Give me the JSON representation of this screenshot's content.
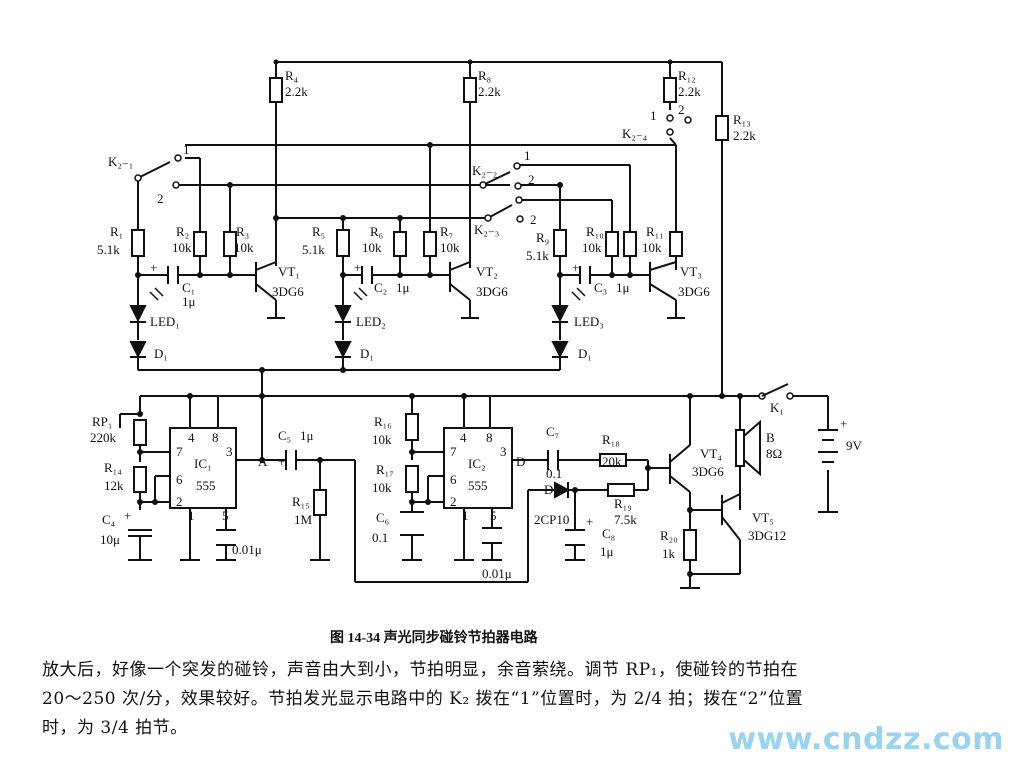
{
  "figure": {
    "caption": "图 14-34   声光同步碰铃节拍器电路"
  },
  "labels": {
    "R4": "R₄",
    "R4_val": "2.2k",
    "R8": "R₈",
    "R8_val": "2.2k",
    "R12": "R₁₂",
    "R12_val": "2.2k",
    "R13": "R₁₃",
    "R13_val": "2.2k",
    "K24": "K₂₋₄",
    "K21": "K₂₋₁",
    "K22": "K₂₋₂",
    "K23": "K₂₋₃",
    "pos1": "1",
    "pos2": "2",
    "R1": "R₁",
    "R1_val": "5.1k",
    "R2": "R₂",
    "R2_val": "10k",
    "R3": "R₃",
    "R3_val": "10k",
    "R5": "R₅",
    "R5_val": "5.1k",
    "R6": "R₆",
    "R6_val": "10k",
    "R7": "R₇",
    "R7_val": "10k",
    "R9": "R₉",
    "R9_val": "5.1k",
    "R10": "R₁₀",
    "R10_val": "10k",
    "R11": "R₁₁",
    "R11_val": "10k",
    "C1": "C₁",
    "C1_val": "1μ",
    "C2": "C₂",
    "C2_val": "1μ",
    "C3": "C₃",
    "C3_val": "1μ",
    "VT1": "VT₁",
    "VT2": "VT₂",
    "VT3": "VT₃",
    "VT_type": "3DG6",
    "LED1": "LED₁",
    "LED2": "LED₂",
    "LED3": "LED₃",
    "D1": "D₁",
    "RP1": "RP₁",
    "RP1_val": "220k",
    "R14": "R₁₄",
    "R14_val": "12k",
    "C4": "C₄",
    "C4_val": "10μ",
    "IC1": "IC₁",
    "IC2": "IC₂",
    "ic_part": "555",
    "pin7": "7",
    "pin6": "6",
    "pin2": "2",
    "pin1": "1",
    "pin5": "5",
    "pin4": "4",
    "pin8": "8",
    "pin3": "3",
    "cap001": "0.01μ",
    "node_A": "A",
    "C5": "C₅",
    "C5_val": "1μ",
    "R15": "R₁₅",
    "R15_val": "1M",
    "R16": "R₁₆",
    "R16_val": "10k",
    "R17": "R₁₇",
    "R17_val": "10k",
    "C6": "C₆",
    "C6_val": "0.1",
    "node_D": "D",
    "C7": "C₇",
    "C7_val": "0.1",
    "R18": "R₁₈",
    "R18_val": "20k",
    "D4": "D₄",
    "D4_type": "2CP10",
    "R19": "R₁₉",
    "R19_val": "7.5k",
    "C8": "C₈",
    "C8_val": "1μ",
    "VT4": "VT₄",
    "VT4_type": "3DG6",
    "VT5": "VT₅",
    "VT5_type": "3DG12",
    "R20": "R₂₀",
    "R20_val": "1k",
    "B": "B",
    "B_val": "8Ω",
    "K1": "K₁",
    "battery": "9V",
    "plus": "+"
  },
  "body": {
    "line1": "放大后，好像一个突发的碰铃，声音由大到小，节拍明显，余音萦绕。调节 RP₁，使碰铃的节拍在",
    "line2": "20～250 次/分，效果较好。节拍发光显示电路中的 K₂ 拨在“1”位置时，为 2/4 拍；拨在“2”位置",
    "line3": "时，为 3/4 拍节。"
  },
  "watermark": "www.cndzz.com"
}
